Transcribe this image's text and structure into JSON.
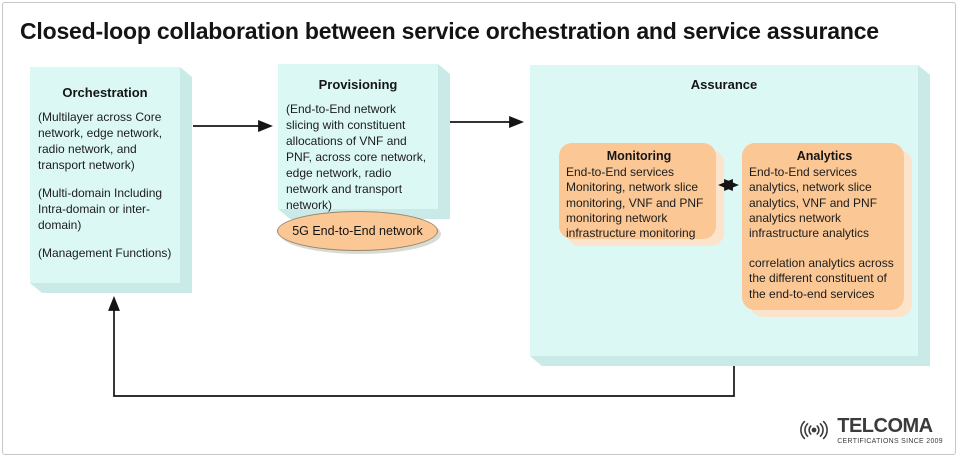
{
  "title": "Closed-loop collaboration between service orchestration and service assurance",
  "orchestration": {
    "title": "Orchestration",
    "paragraphs": [
      "(Multilayer across Core network, edge network, radio network, and transport network)",
      "(Multi-domain Including Intra-domain or inter-domain)",
      "(Management Functions)"
    ]
  },
  "provisioning": {
    "title": "Provisioning",
    "body": "(End-to-End network slicing with constituent allocations of VNF and PNF, across core network, edge network, radio network and transport network)",
    "ellipse_label": "5G End-to-End network"
  },
  "assurance": {
    "title": "Assurance",
    "monitoring": {
      "title": "Monitoring",
      "body": "End-to-End services Monitoring, network slice monitoring, VNF and PNF monitoring network infrastructure monitoring"
    },
    "analytics": {
      "title": "Analytics",
      "body1": "End-to-End services analytics, network slice analytics, VNF and PNF analytics network infrastructure analytics",
      "body2": "correlation analytics across the different constituent of the end-to-end services"
    }
  },
  "logo": {
    "name": "TELCOMA",
    "tagline": "CERTIFICATIONS SINCE 2009"
  },
  "colors": {
    "box_face": "#dcf8f5",
    "box_shade": "#c9eae6",
    "panel_orange": "#fac795",
    "panel_shadow": "#fbe4cb",
    "ellipse_border": "#97876b",
    "arrow": "#141414",
    "frame_border": "#c6c6c6",
    "logo": "#3b3b3b"
  }
}
